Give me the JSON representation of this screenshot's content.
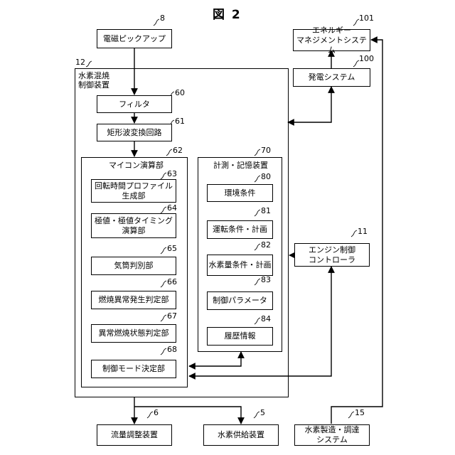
{
  "figure_title": "図 2",
  "blocks": {
    "pickup": {
      "ref": "8",
      "label": "電磁ピックアップ"
    },
    "ems": {
      "ref": "101",
      "line1": "エネルギー",
      "line2": "マネジメントシステム"
    },
    "power": {
      "ref": "100",
      "label": "発電システム"
    },
    "hcc": {
      "ref": "12",
      "line1": "水素混焼",
      "line2": "制御装置"
    },
    "filter": {
      "ref": "60",
      "label": "フィルタ"
    },
    "rect_wave": {
      "ref": "61",
      "label": "矩形波変換回路"
    },
    "micro": {
      "ref": "62",
      "label": "マイコン演算部"
    },
    "rot_profile": {
      "ref": "63",
      "line1": "回転時間プロファイル",
      "line2": "生成部"
    },
    "extremum": {
      "ref": "64",
      "line1": "極値・極値タイミング",
      "line2": "演算部"
    },
    "cylinder": {
      "ref": "65",
      "label": "気筒判別部"
    },
    "abn_occ": {
      "ref": "66",
      "label": "燃焼異常発生判定部"
    },
    "abn_state": {
      "ref": "67",
      "label": "異常燃焼状態判定部"
    },
    "mode": {
      "ref": "68",
      "label": "制御モード決定部"
    },
    "meas": {
      "ref": "70",
      "label": "計測・記憶装置"
    },
    "env": {
      "ref": "80",
      "label": "環境条件"
    },
    "operation": {
      "ref": "81",
      "label": "運転条件・計画"
    },
    "h2amount": {
      "ref": "82",
      "label": "水素量条件・計画"
    },
    "params": {
      "ref": "83",
      "label": "制御パラメータ"
    },
    "history": {
      "ref": "84",
      "label": "履歴情報"
    },
    "engine": {
      "ref": "11",
      "line1": "エンジン制御",
      "line2": "コントローラ"
    },
    "flow": {
      "ref": "6",
      "label": "流量調整装置"
    },
    "supply": {
      "ref": "5",
      "label": "水素供給装置"
    },
    "h2prod": {
      "ref": "15",
      "line1": "水素製造・調達",
      "line2": "システム"
    }
  }
}
